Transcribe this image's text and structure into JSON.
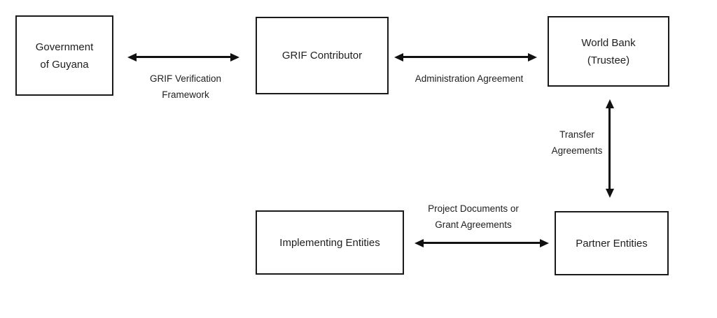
{
  "diagram": {
    "type": "flow-diagram",
    "background": "#ffffff",
    "colors": {
      "box_border": "#1a1a1a",
      "arrow": "#111111",
      "text": "#202020"
    },
    "nodes": [
      {
        "id": "government-of-guyana",
        "lines": [
          "Government",
          "of Guyana"
        ]
      },
      {
        "id": "grif-contributor",
        "lines": [
          "GRIF Contributor"
        ]
      },
      {
        "id": "world-bank-trustee",
        "lines": [
          "World Bank",
          "(Trustee)"
        ]
      },
      {
        "id": "implementing-entities",
        "lines": [
          "Implementing Entities"
        ]
      },
      {
        "id": "partner-entities",
        "lines": [
          "Partner Entities"
        ]
      }
    ],
    "edges": [
      {
        "id": "government-grif",
        "from": "government-of-guyana",
        "to": "grif-contributor",
        "direction": "bidirectional",
        "orientation": "horizontal",
        "lines": [
          "GRIF Verification",
          "Framework"
        ]
      },
      {
        "id": "grif-worldbank",
        "from": "grif-contributor",
        "to": "world-bank-trustee",
        "direction": "bidirectional",
        "orientation": "horizontal",
        "lines": [
          "Administration Agreement"
        ]
      },
      {
        "id": "worldbank-partner",
        "from": "world-bank-trustee",
        "to": "partner-entities",
        "direction": "bidirectional",
        "orientation": "vertical",
        "lines": [
          "Transfer",
          "Agreements"
        ]
      },
      {
        "id": "implementing-partner",
        "from": "implementing-entities",
        "to": "partner-entities",
        "direction": "bidirectional",
        "orientation": "horizontal",
        "lines": [
          "Project Documents or",
          "Grant Agreements"
        ]
      }
    ]
  }
}
